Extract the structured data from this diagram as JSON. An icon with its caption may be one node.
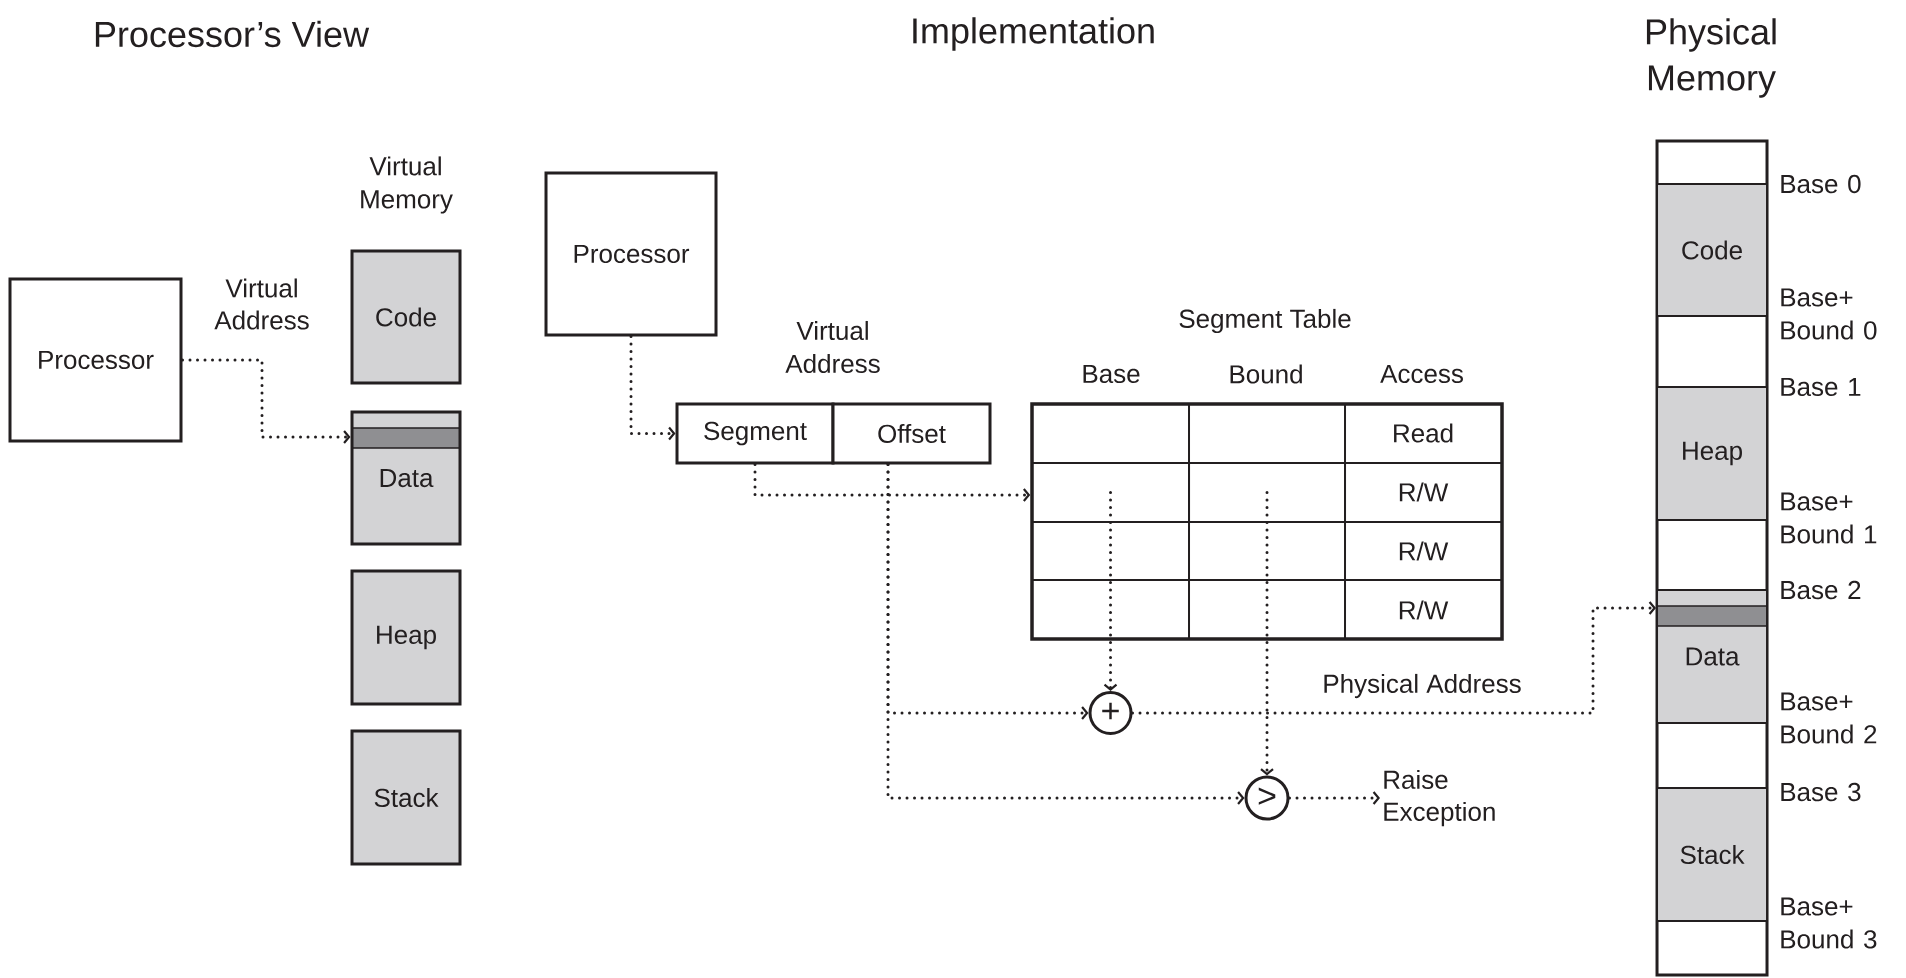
{
  "diagram": {
    "nodes": [
      {
        "text": [
          "Processor"
        ]
      },
      {
        "text": [
          "Code"
        ]
      },
      {
        "text": [
          "Data"
        ]
      },
      {
        "text": [
          "Heap"
        ]
      },
      {
        "text": [
          "Stack"
        ]
      },
      {
        "text": [
          "Processor"
        ]
      },
      {
        "text": [
          "Segment"
        ]
      },
      {
        "text": [
          "Offset"
        ]
      },
      {
        "text": [
          "Segment Table"
        ]
      },
      {
        "text": [],
        "shape": "box",
        "in": 8
      },
      {
        "text": [],
        "shape": "box",
        "in": 8
      },
      {
        "text": [
          "+"
        ]
      },
      {
        "text": [
          ">"
        ]
      },
      {
        "text": [
          "Raise Exception"
        ]
      },
      {
        "text": [],
        "shape": "box"
      },
      {
        "text": [
          "Code"
        ],
        "in": 14
      },
      {
        "text": [
          "Heap"
        ],
        "in": 14
      },
      {
        "text": [
          "Data"
        ],
        "in": 14
      },
      {
        "text": [
          "Stack"
        ],
        "in": 14
      }
    ],
    "edges": [
      {
        "from": 0,
        "to": 2,
        "arrow": "to",
        "label": "Virtual Address"
      },
      {
        "from": 5,
        "to": 6,
        "arrow": "to"
      },
      {
        "from": 6,
        "to": 8,
        "arrow": "to"
      },
      {
        "from": 7,
        "to": 11,
        "arrow": "to"
      },
      {
        "from": 7,
        "to": 12,
        "arrow": "to"
      },
      {
        "from": 9,
        "to": 11,
        "arrow": "to"
      },
      {
        "from": 10,
        "to": 12,
        "arrow": "to"
      },
      {
        "from": 11,
        "to": 17,
        "arrow": "to",
        "label": "Physical Address"
      },
      {
        "from": 12,
        "to": 13,
        "arrow": "to"
      }
    ],
    "labels": [
      "Processor’s View",
      "Implementation",
      "Physical Memory",
      "Virtual Memory",
      "Virtual Address",
      "Base",
      "Bound",
      "Access",
      "Read",
      "R/W",
      "R/W",
      "R/W",
      "Base 0",
      "Base+ Bound 0",
      "Base 1",
      "Base+ Bound 1",
      "Base 2",
      "Base+ Bound 2",
      "Base 3",
      "Base+ Bound 3"
    ]
  }
}
